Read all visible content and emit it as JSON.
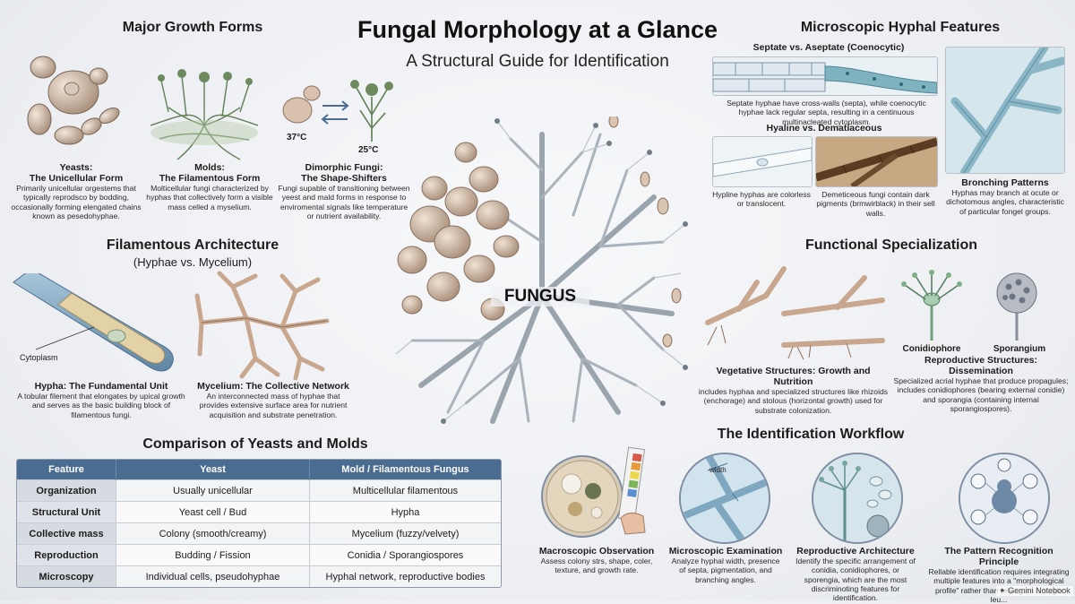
{
  "header": {
    "title": "Fungal Morphology at a Glance",
    "subtitle": "A Structural Guide for Identification"
  },
  "growth_forms": {
    "heading": "Major Growth Forms",
    "temp_hot": "37°C",
    "temp_cool": "25°C",
    "items": [
      {
        "title": "Yeasts:\nThe Unicellular Form",
        "body": "Primarily unicellular orgestems that typically reprodsco by bodding, occasionally forming elengated chains known as pesedohyphae."
      },
      {
        "title": "Molds:\nThe Filamentous Form",
        "body": "Molticellular fungi characterized by hyphas that collectively form a visible mass celled a myselium."
      },
      {
        "title": "Dimorphic Fungi:\nThe Shape-Shifters",
        "body": "Fungi supable of transitioning between yeest and mald forms in response to enviromental signals like temperature or nutrient availability."
      }
    ]
  },
  "filamentous": {
    "heading": "Filamentous Architecture",
    "subheading": "(Hyphae vs. Mycelium)",
    "cytoplasm_label": "Cytoplasm",
    "items": [
      {
        "title": "Hypha: The Fundamental Unit",
        "body": "A tobular filement that elongates by upical growth and serves as the basic building block of filamentous fungi."
      },
      {
        "title": "Mycelium: The Collective Network",
        "body": "An interconnected mass of hyphae that provides extensive surface area for nutrient acquisition and substrate penetration."
      }
    ]
  },
  "center_label": "FUNGUS",
  "microscopic": {
    "heading": "Microscopic Hyphal Features",
    "septate_heading": "Septate vs. Aseptate (Coenocytic)",
    "septate_body": "Septate hyphae have cross-walls (septa), while coenocytic hyphae lack regular septa, resulting in a centinuous multinacleated cytoplasm.",
    "hyaline_heading": "Hyaline vs. Dematiaceous",
    "hyaline_body": "Hypline hyphas are colorless or translocent.",
    "dematiaceous_body": "Demeticeous fungi contain dark pigments (brmwirblack) in their sell walls.",
    "branching_title": "Bronching Patterns",
    "branching_body": "Hyphas may branch at ocute or dichotomous angles, characteristic of particular fongel groups."
  },
  "functional": {
    "heading": "Functional Specialization",
    "conidiophore_label": "Conidiophore",
    "sporangium_label": "Sporangium",
    "vegetative_title": "Vegetative Structures: Growth and Nutrition",
    "vegetative_body": "includes hyphaa and specialized structures like rhizoids (enchorage) and stolous (horizontal growth) used for substrate colonization.",
    "reproductive_title": "Reproductive Structures: Dissemination",
    "reproductive_body": "Specialized acrial hyphae that produce propagules; includes conidiophores (bearing external conidie) and sporangia (containing internal sporangiospores)."
  },
  "comparison": {
    "heading": "Comparison of Yeasts and Molds",
    "columns": [
      "Feature",
      "Yeast",
      "Mold / Filamentous Fungus"
    ],
    "rows": [
      [
        "Organization",
        "Usually unicellular",
        "Multicellular filamentous"
      ],
      [
        "Structural Unit",
        "Yeast cell / Bud",
        "Hypha"
      ],
      [
        "Collective mass",
        "Colony (smooth/creamy)",
        "Mycelium (fuzzy/velvety)"
      ],
      [
        "Reproduction",
        "Budding / Fission",
        "Conidia / Sporangiospores"
      ],
      [
        "Microscopy",
        "Individual cells, pseudohyphae",
        "Hyphal network, reproductive bodies"
      ]
    ]
  },
  "workflow": {
    "heading": "The Identification Workflow",
    "width_label": "width",
    "steps": [
      {
        "title": "Macroscopic Observation",
        "body": "Assess colony strs, shape, coler, texture, and growth rate."
      },
      {
        "title": "Microscopic Examination",
        "body": "Analyze hyphal width, presence of septa, pigmentation, and branching angles."
      },
      {
        "title": "Reproductive Architecture",
        "body": "Identify the specific arrangement of conidia, conidiophores, or sporengia, which are the most discriminoting features for identification."
      },
      {
        "title": "The Pattern Recognition Principle",
        "body": "Rellable identification requires integrating multiple features into a \"morphological profile\" rather than relying on a single leu..."
      }
    ]
  },
  "watermark": "Gemini Notebook",
  "colors": {
    "table_header": "#4a6c90",
    "hypha_tan": "#c9a78e",
    "hyaline_blue": "#cfe0ea",
    "dematiaceous_brown": "#6b4a2e"
  }
}
